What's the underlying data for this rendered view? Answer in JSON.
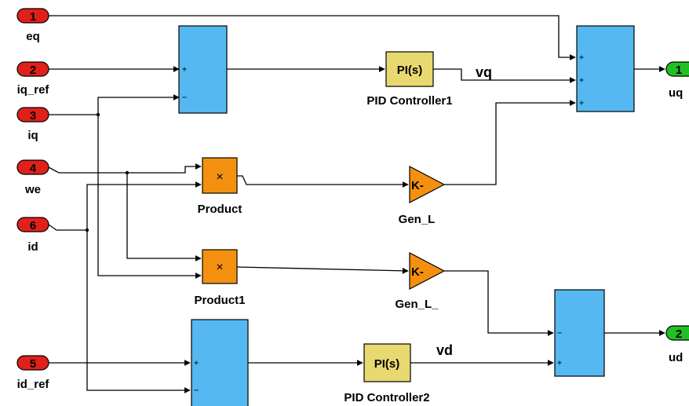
{
  "inports": [
    {
      "num": "1",
      "name": "eq"
    },
    {
      "num": "2",
      "name": "iq_ref"
    },
    {
      "num": "3",
      "name": "iq"
    },
    {
      "num": "4",
      "name": "we"
    },
    {
      "num": "6",
      "name": "id"
    },
    {
      "num": "5",
      "name": "id_ref"
    }
  ],
  "outports": [
    {
      "num": "1",
      "name": "uq"
    },
    {
      "num": "2",
      "name": "ud"
    }
  ],
  "pid_blocks": [
    {
      "text": "PI(s)",
      "name": "PID Controller1"
    },
    {
      "text": "PI(s)",
      "name": "PID Controller2"
    }
  ],
  "products": [
    {
      "symbol": "×",
      "name": "Product"
    },
    {
      "symbol": "×",
      "name": "Product1"
    }
  ],
  "gains": [
    {
      "text": "K-",
      "name": "Gen_L"
    },
    {
      "text": "K-",
      "name": "Gen_L_"
    }
  ],
  "signals": {
    "vq": "vq",
    "vd": "vd"
  },
  "sum_signs": {
    "sum_q_err": [
      "+",
      "−"
    ],
    "sum_uq": [
      "+",
      "+",
      "+"
    ],
    "sum_ud": [
      "−",
      "+"
    ],
    "sum_d_err": [
      "+",
      "−"
    ]
  },
  "colors": {
    "inport": "#e0201a",
    "outport": "#22c022",
    "sum": "#55b8f0",
    "pid": "#e8d870",
    "product": "#f49010",
    "gain": "#f49010"
  }
}
